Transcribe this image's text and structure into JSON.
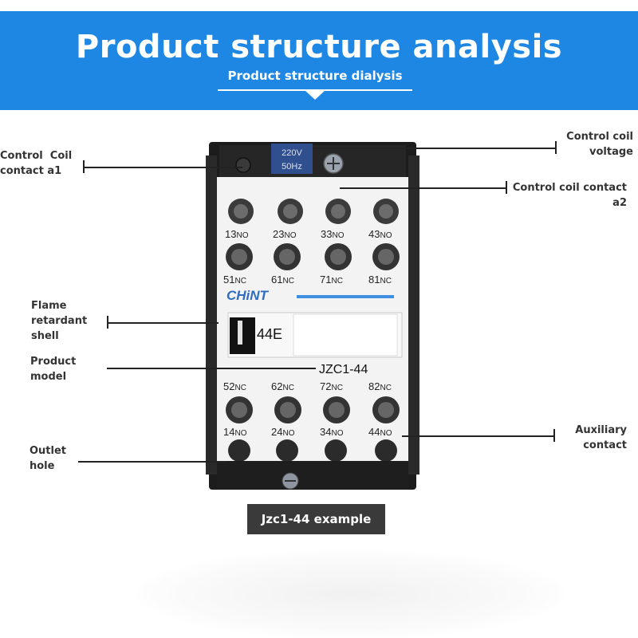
{
  "banner": {
    "title": "Product structure analysis",
    "subtitle": "Product structure dialysis",
    "color": "#1e87e3"
  },
  "labels": {
    "coil_a1": "Control  Coil\ncontact a1",
    "coil_voltage": "Control coil\nvoltage",
    "coil_a2": "Control coil contact\na2",
    "flame_shell": "Flame\nretardant\nshell",
    "product_model": "Product\nmodel",
    "auxiliary": "Auxiliary\ncontact",
    "outlet_hole": "Outlet\nhole"
  },
  "device": {
    "voltage_badge": [
      "220V",
      "50Hz"
    ],
    "brand": "CHiNT",
    "model_code": "44E",
    "model_name": "JZC1-44",
    "top_terminals": [
      "13",
      "23",
      "33",
      "43"
    ],
    "top_terminals_type": "NO",
    "upper_mid_terminals": [
      "51",
      "61",
      "71",
      "81"
    ],
    "upper_mid_type": "NC",
    "lower_mid_terminals": [
      "52",
      "62",
      "72",
      "82"
    ],
    "lower_mid_type": "NC",
    "bottom_terminals": [
      "14",
      "24",
      "34",
      "44"
    ],
    "bottom_terminals_type": "NO"
  },
  "caption": "Jzc1-44 example"
}
